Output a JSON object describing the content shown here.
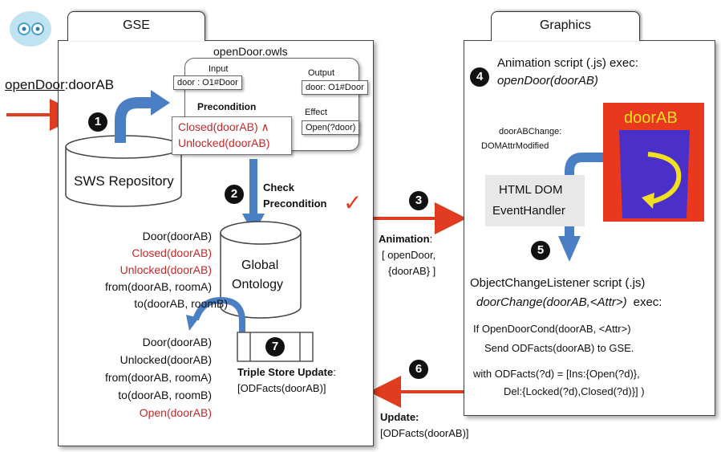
{
  "gse_tab": "GSE",
  "graphics_tab": "Graphics",
  "input_call": {
    "prefix": "openDoor",
    "suffix": ":doorAB"
  },
  "owls": {
    "title": "openDoor.owls",
    "input_label": "Input",
    "input_value": "door : O1#Door",
    "output_label": "Output",
    "output_value": "door: O1#Door",
    "precondition_label": "Precondition",
    "effect_label": "Effect",
    "effect_value": "Open(?door)",
    "precondition_line1": "Closed(doorAB) ∧",
    "precondition_line2": "Unlocked(doorAB)"
  },
  "repository": "SWS Repository",
  "check_precondition": {
    "line1": "Check",
    "line2": "Precondition",
    "mark": "✓"
  },
  "ontology": {
    "line1": "Global",
    "line2": "Ontology"
  },
  "facts_before": [
    "Door(doorAB)",
    "Closed(doorAB)",
    "Unlocked(doorAB)",
    "from(doorAB, roomA)",
    "to(doorAB, roomB)"
  ],
  "facts_after": [
    "Door(doorAB)",
    "Unlocked(doorAB)",
    "from(doorAB, roomA)",
    "to(doorAB, roomB)",
    "Open(doorAB)"
  ],
  "triple_update": {
    "label": "Triple Store Update",
    "colon": ":",
    "value": "[ODFacts(doorAB)]"
  },
  "animation": {
    "label": "Animation",
    "colon": ":",
    "line1": "[ openDoor,",
    "line2": "{doorAB} ]"
  },
  "update": {
    "label": "Update:",
    "value": "[ODFacts(doorAB)]"
  },
  "graphics": {
    "script_title": "Animation script (.js) exec:",
    "script_call": "openDoor(doorAB)",
    "event_line1": "doorABChange:",
    "event_line2": "DOMAttrModified",
    "door_label": "doorAB",
    "handler_line1": "HTML DOM",
    "handler_line2": "EventHandler",
    "listener_title": "ObjectChangeListener script (.js)",
    "listener_call": "doorChange(doorAB,<Attr>)",
    "listener_exec": "exec:",
    "code_line1": "If  OpenDoorCond(doorAB,  <Attr>)",
    "code_line2": "Send ODFacts(doorAB)  to GSE.",
    "code_line3": "with ODFacts(?d) = [Ins:{Open(?d)},",
    "code_line4": "Del:{Locked(?d),Closed(?d)}]  )"
  },
  "numbers": [
    "1",
    "2",
    "3",
    "4",
    "5",
    "6",
    "7"
  ],
  "colors": {
    "red_arrow": "#e03c1f",
    "blue_arrow": "#4a7fc4",
    "door_red": "#e8391f",
    "door_blue": "#4a2fc9",
    "door_yellow": "#f0e020",
    "fact_red": "#c62828"
  }
}
